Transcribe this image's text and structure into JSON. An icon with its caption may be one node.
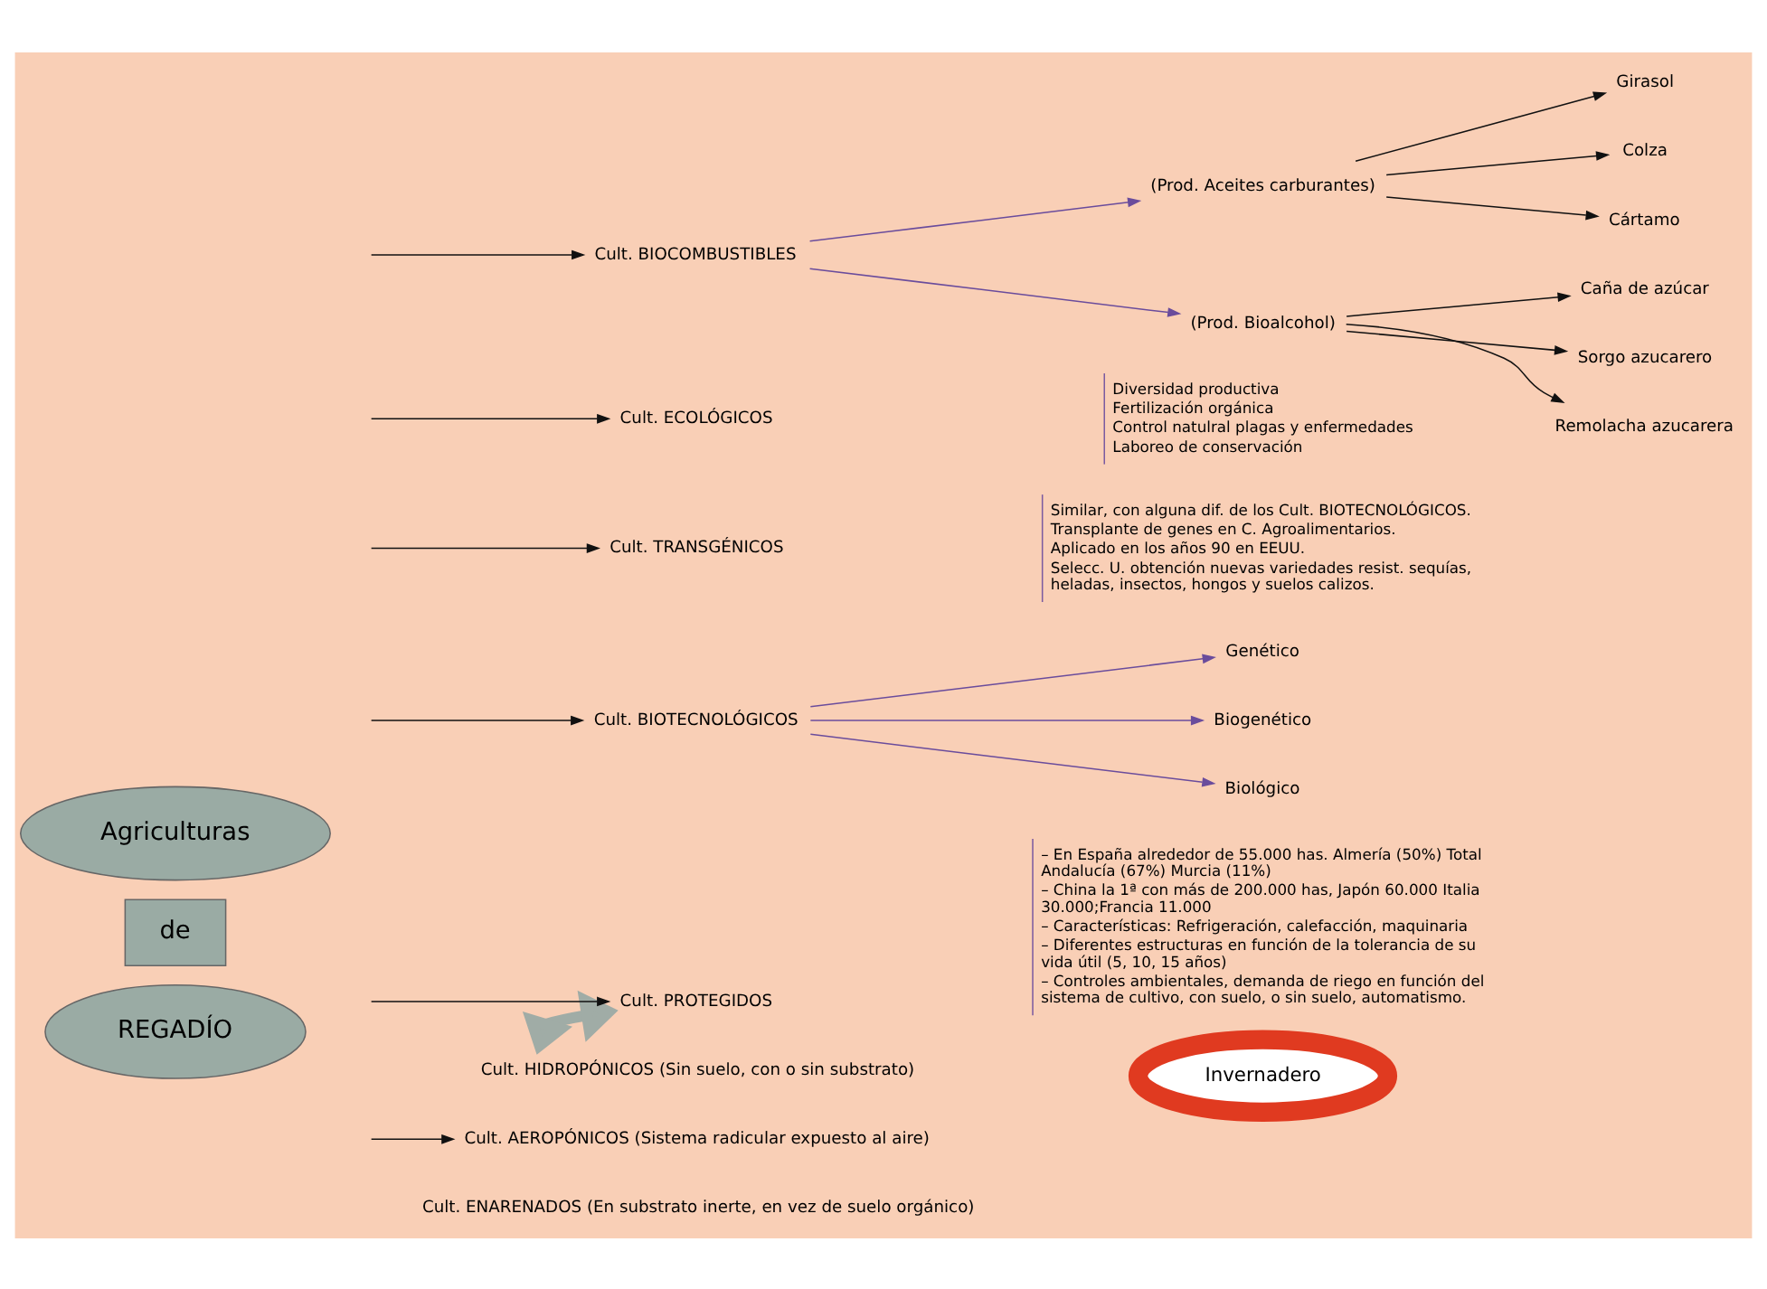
{
  "diagram": {
    "nodes": [
      {
        "text": [
          "Agriculturas"
        ]
      },
      {
        "text": [
          "de"
        ]
      },
      {
        "text": [
          "REGADÍO"
        ]
      },
      {
        "text": [
          "Cult. BIOCOMBUSTIBLES"
        ]
      },
      {
        "text": [
          "(Prod. Aceites carburantes)"
        ]
      },
      {
        "text": [
          "Girasol"
        ]
      },
      {
        "text": [
          "Colza"
        ]
      },
      {
        "text": [
          "Cártamo"
        ]
      },
      {
        "text": [
          "(Prod. Bioalcohol)"
        ]
      },
      {
        "text": [
          "Caña de azúcar"
        ]
      },
      {
        "text": [
          "Sorgo azucarero"
        ]
      },
      {
        "text": [
          "Remolacha azucarera"
        ]
      },
      {
        "text": [
          "Cult. ECOLÓGICOS"
        ],
        "beside": [
          "Diversidad productiva",
          "Fertilización orgánica",
          "Control natulral plagas y enfermedades",
          "Laboreo de conservación"
        ]
      },
      {
        "text": [
          "Cult. TRANSGÉNICOS"
        ],
        "beside": [
          "Similar, con alguna dif. de los Cult. BIOTECNOLÓGICOS.",
          "Transplante de genes en C. Agroalimentarios.",
          "Aplicado en los años 90 en EEUU.",
          "Selecc. U. obtención nuevas variedades resist. sequías, heladas, insectos, hongos y suelos calizos."
        ]
      },
      {
        "text": [
          "Cult. BIOTECNOLÓGICOS"
        ]
      },
      {
        "text": [
          "Genético"
        ]
      },
      {
        "text": [
          "Biogenético"
        ]
      },
      {
        "text": [
          "Biológico"
        ]
      },
      {
        "text": [
          "Cult. PROTEGIDOS"
        ],
        "beside": [
          "– En España alrededor de 55.000 has. Almería (50%) Total Andalucía (67%) Murcia (11%)",
          "– China la 1ª con más de 200.000 has, Japón 60.000 Italia 30.000;Francia 11.000",
          "– Características: Refrigeración, calefacción, maquinaria",
          "– Diferentes estructuras en función de la tolerancia de su vida útil (5, 10, 15 años)",
          "– Controles ambientales, demanda de riego en función del sistema de cultivo, con suelo, o sin suelo, automatismo."
        ]
      },
      {
        "text": [
          "Invernadero"
        ]
      },
      {
        "text": [
          "Cult. HIDROPÓNICOS (Sin suelo, con o sin substrato)"
        ]
      },
      {
        "text": [
          "Cult. AEROPÓNICOS (Sistema radicular expuesto al aire)"
        ]
      },
      {
        "text": [
          "Cult. ENARENADOS (En substrato inerte, en vez de suelo orgánico)"
        ]
      }
    ],
    "edges": [
      {
        "from": null,
        "to": 3,
        "arrow": "to"
      },
      {
        "from": 3,
        "to": 4,
        "arrow": "to",
        "color": "#6a4c9c"
      },
      {
        "from": 3,
        "to": 8,
        "arrow": "to",
        "color": "#6a4c9c"
      },
      {
        "from": 4,
        "to": 5,
        "arrow": "to"
      },
      {
        "from": 4,
        "to": 6,
        "arrow": "to"
      },
      {
        "from": 4,
        "to": 7,
        "arrow": "to"
      },
      {
        "from": 8,
        "to": 9,
        "arrow": "to"
      },
      {
        "from": 8,
        "to": 10,
        "arrow": "to"
      },
      {
        "from": 8,
        "to": 11,
        "arrow": "to"
      },
      {
        "from": null,
        "to": 12,
        "arrow": "to"
      },
      {
        "from": null,
        "to": 13,
        "arrow": "to"
      },
      {
        "from": null,
        "to": 14,
        "arrow": "to"
      },
      {
        "from": 14,
        "to": 15,
        "arrow": "to",
        "color": "#6a4c9c"
      },
      {
        "from": 14,
        "to": 16,
        "arrow": "to",
        "color": "#6a4c9c"
      },
      {
        "from": 14,
        "to": 17,
        "arrow": "to",
        "color": "#6a4c9c"
      },
      {
        "from": null,
        "to": 18,
        "arrow": "to"
      },
      {
        "from": 18,
        "to": 20,
        "arrow": "both",
        "style": "thick",
        "color": "#a0aca6"
      },
      {
        "from": null,
        "to": 21,
        "arrow": "to"
      }
    ]
  }
}
